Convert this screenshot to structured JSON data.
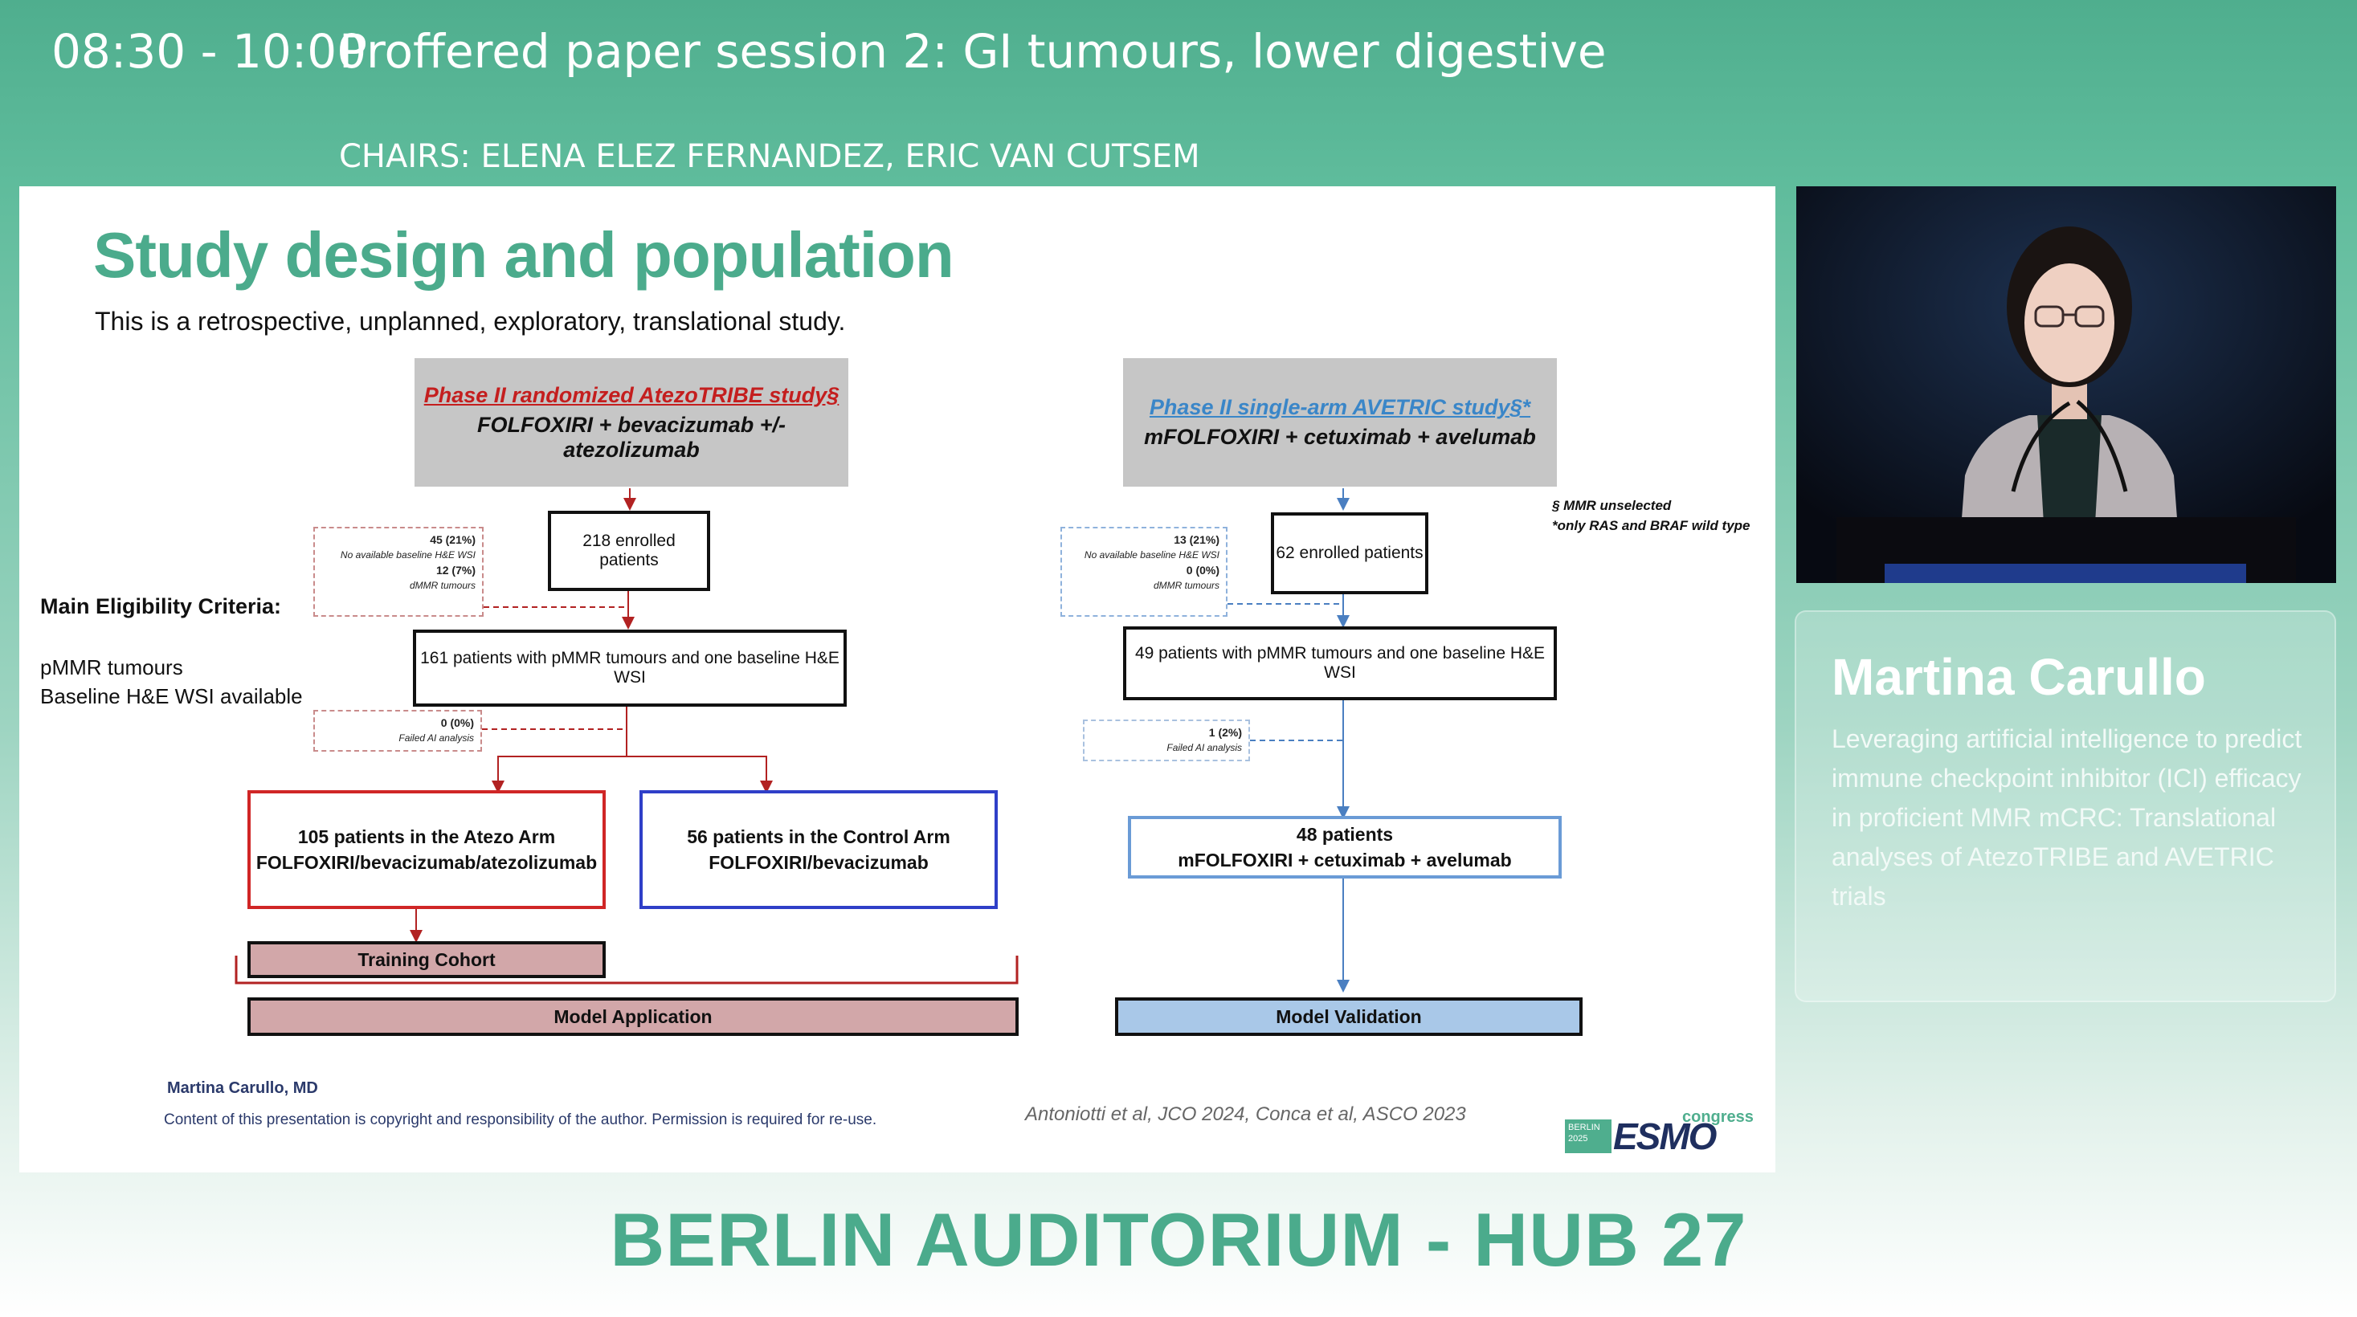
{
  "header": {
    "time": "08:30 - 10:00",
    "session_title": "Proffered paper session 2: GI tumours, lower digestive",
    "chairs": "CHAIRS: ELENA ELEZ FERNANDEZ, ERIC VAN CUTSEM"
  },
  "slide": {
    "title": "Study design and population",
    "subtitle": "This is a retrospective, unplanned, exploratory, translational study.",
    "eligibility": {
      "heading": "Main Eligibility Criteria:",
      "items": [
        "pMMR tumours",
        "Baseline H&E WSI available"
      ]
    },
    "left": {
      "study_name": "Phase II randomized AtezoTRIBE study§",
      "study_regimen": "FOLFOXIRI + bevacizumab +/- atezolizumab",
      "enrolled": "218 enrolled patients",
      "excl1_n": "45 (21%)",
      "excl1_reason": "No available baseline H&E WSI",
      "excl2_n": "12 (7%)",
      "excl2_reason": "dMMR tumours",
      "eligible": "161 patients with pMMR tumours and one baseline H&E WSI",
      "fail_n": "0 (0%)",
      "fail_reason": "Failed AI analysis",
      "atezo_arm_line1": "105 patients in the Atezo Arm",
      "atezo_arm_line2": "FOLFOXIRI/bevacizumab/atezolizumab",
      "control_arm_line1": "56 patients in the Control Arm",
      "control_arm_line2": "FOLFOXIRI/bevacizumab",
      "training": "Training Cohort",
      "application": "Model Application",
      "colors": {
        "red": "#d02626",
        "blue": "#2f3fc8",
        "pink": "#d2a7a9"
      }
    },
    "right": {
      "study_name": "Phase II single-arm AVETRIC study§*",
      "study_regimen": "mFOLFOXIRI + cetuximab + avelumab",
      "enrolled": "62 enrolled patients",
      "excl1_n": "13 (21%)",
      "excl1_reason": "No available baseline H&E WSI",
      "excl2_n": "0 (0%)",
      "excl2_reason": "dMMR tumours",
      "eligible": "49 patients with pMMR tumours and one baseline H&E WSI",
      "fail_n": "1 (2%)",
      "fail_reason": "Failed AI analysis",
      "final_line1": "48 patients",
      "final_line2": "mFOLFOXIRI + cetuximab + avelumab",
      "validation": "Model Validation",
      "colors": {
        "blue": "#6a9bd6",
        "lightblue": "#a9c8e8"
      }
    },
    "notes": {
      "line1": "§ MMR unselected",
      "line2": "*only RAS and BRAF wild type"
    },
    "footer": {
      "author": "Martina Carullo, MD",
      "copyright": "Content of this presentation is copyright and responsibility of the author. Permission is required for re-use.",
      "references": "Antoniotti et al, JCO 2024, Conca et al, ASCO  2023",
      "logo_city": "BERLIN",
      "logo_year": "2025",
      "logo_brand": "ESMO",
      "logo_suffix": "congress"
    }
  },
  "speaker": {
    "name": "Martina Carullo",
    "talk_title": "Leveraging artificial intelligence to predict immune checkpoint inhibitor (ICI) efficacy in proficient MMR mCRC: Translational analyses of AtezoTRIBE and AVETRIC trials"
  },
  "venue": "BERLIN AUDITORIUM - HUB 27",
  "theme": {
    "header_green": "#4fae8e",
    "title_green": "#4bab8c"
  }
}
